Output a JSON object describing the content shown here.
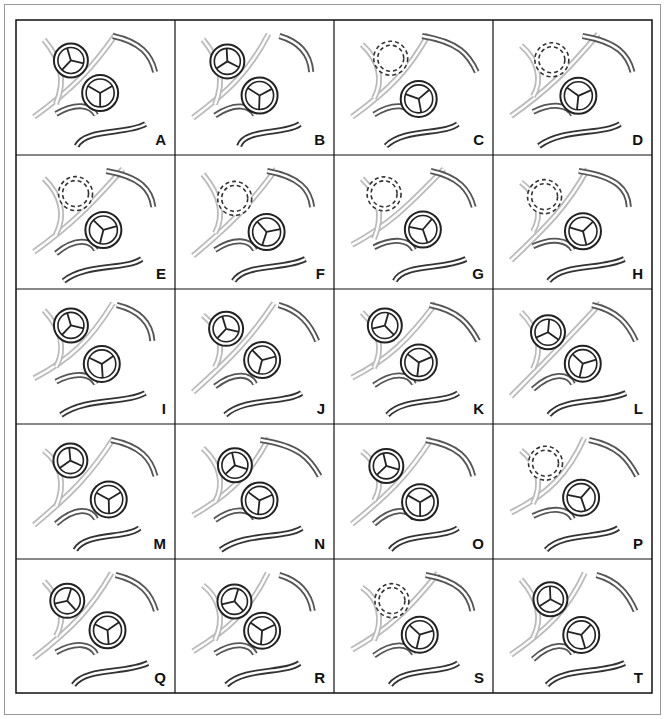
{
  "diagram": {
    "labels": [
      "A",
      "B",
      "C",
      "D",
      "E",
      "F",
      "G",
      "H",
      "I",
      "J",
      "K",
      "L",
      "M",
      "N",
      "O",
      "P",
      "Q",
      "R",
      "S",
      "T"
    ]
  }
}
